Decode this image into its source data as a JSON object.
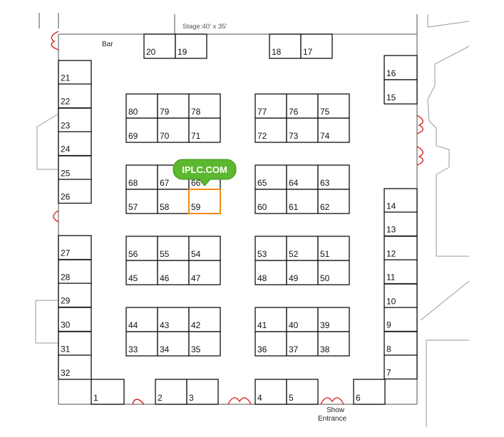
{
  "labels": {
    "stage": "Stage:40' x 35'",
    "bar": "Bar",
    "show_entrance_line1": "Show",
    "show_entrance_line2": "Entrance"
  },
  "badge": {
    "text": "IPLC.COM",
    "color": "#5cb82f",
    "points_to_booth": "59"
  },
  "colors": {
    "booth_stroke": "#111111",
    "highlight": "#f08a12",
    "door": "#dd2222",
    "wall": "#8a8a8a"
  },
  "booths": {
    "top": [
      "20",
      "19",
      "18",
      "17"
    ],
    "left": [
      "21",
      "22",
      "23",
      "24",
      "25",
      "26",
      "27",
      "28",
      "29",
      "30",
      "31",
      "32"
    ],
    "right": [
      "16",
      "15",
      "14",
      "13",
      "12",
      "11",
      "10",
      "9",
      "8",
      "7"
    ],
    "bottom": [
      "1",
      "2",
      "3",
      "4",
      "5",
      "6"
    ],
    "island_left": [
      [
        "80",
        "79",
        "78"
      ],
      [
        "69",
        "70",
        "71"
      ],
      [
        "68",
        "67",
        "66"
      ],
      [
        "57",
        "58",
        "59"
      ],
      [
        "56",
        "55",
        "54"
      ],
      [
        "45",
        "46",
        "47"
      ],
      [
        "44",
        "43",
        "42"
      ],
      [
        "33",
        "34",
        "35"
      ]
    ],
    "island_right": [
      [
        "77",
        "76",
        "75"
      ],
      [
        "72",
        "73",
        "74"
      ],
      [
        "65",
        "64",
        "63"
      ],
      [
        "60",
        "61",
        "62"
      ],
      [
        "53",
        "52",
        "51"
      ],
      [
        "48",
        "49",
        "50"
      ],
      [
        "41",
        "40",
        "39"
      ],
      [
        "36",
        "37",
        "38"
      ]
    ],
    "highlighted": "59"
  }
}
